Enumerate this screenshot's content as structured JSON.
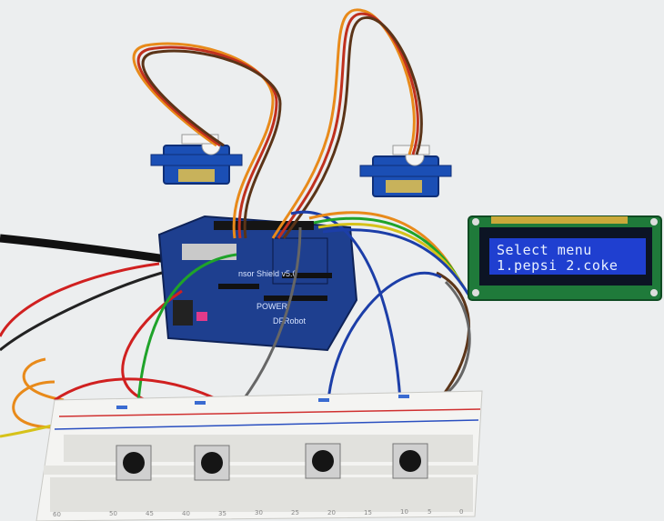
{
  "lcd": {
    "line1": "Select menu",
    "line2": "1.pepsi 2.coke"
  },
  "shield": {
    "label": "nsor Shield v5.0",
    "power_label": "POWER",
    "dfrobot_label": "DFRobot"
  },
  "breadboard": {
    "numbers": [
      "60",
      "50",
      "45",
      "40",
      "35",
      "30",
      "25",
      "20",
      "15",
      "10",
      "5",
      "0"
    ]
  },
  "colors": {
    "lcd_screen": "#1f3fd0",
    "lcd_pcb": "#1f7a3a",
    "shield_pcb": "#1e3f8f",
    "servo_body": "#1b4fb5",
    "breadboard": "#f4f4f2"
  }
}
